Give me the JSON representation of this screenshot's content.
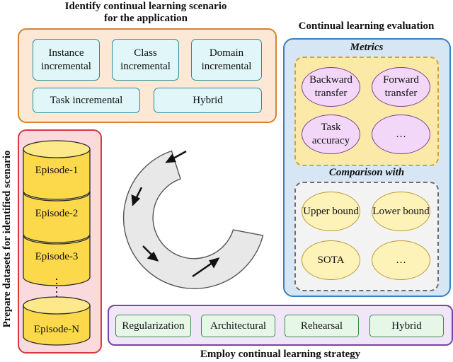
{
  "scenario": {
    "title_line1": "Identify continual learning scenario",
    "title_line2": "for the application",
    "items": [
      "Instance incremental",
      "Class incremental",
      "Domain incremental",
      "Task incremental",
      "Hybrid"
    ]
  },
  "evaluation": {
    "title": "Continual learning evaluation",
    "metrics_title": "Metrics",
    "metrics": [
      "Backward transfer",
      "Forward transfer",
      "Task accuracy",
      "…"
    ],
    "comparison_title": "Comparison with",
    "comparisons": [
      "Upper bound",
      "Lower bound",
      "SOTA",
      "…"
    ]
  },
  "datasets": {
    "title": "Prepare datasets for identified scenario",
    "episodes": [
      "Episode-1",
      "Episode-2",
      "Episode-3",
      "Episode-N"
    ]
  },
  "strategy": {
    "title": "Employ continual learning strategy",
    "items": [
      "Regularization",
      "Architectural",
      "Rehearsal",
      "Hybrid"
    ]
  },
  "colors": {
    "scenario_border": "#d9822b",
    "eval_border": "#3b7fc0",
    "data_border": "#d6393f",
    "strategy_border": "#7c3fae"
  }
}
